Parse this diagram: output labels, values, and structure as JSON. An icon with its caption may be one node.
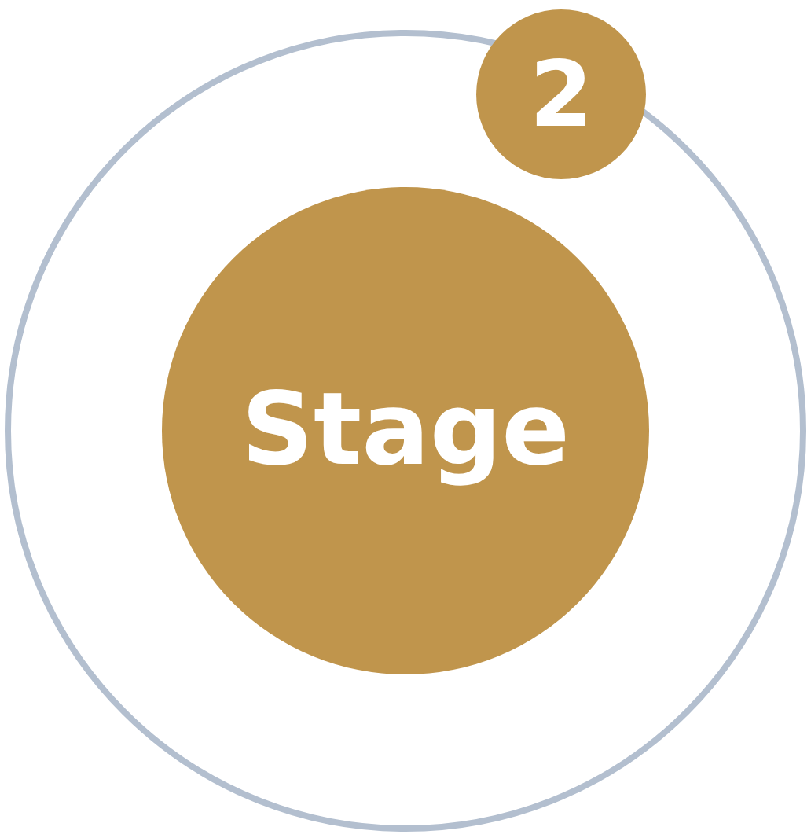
{
  "diagram": {
    "nodes": [
      {
        "text": [],
        "shape": "circle"
      },
      {
        "text": [
          "2"
        ]
      },
      {
        "text": [
          "Stage"
        ],
        "in": 0
      }
    ],
    "edges": []
  }
}
